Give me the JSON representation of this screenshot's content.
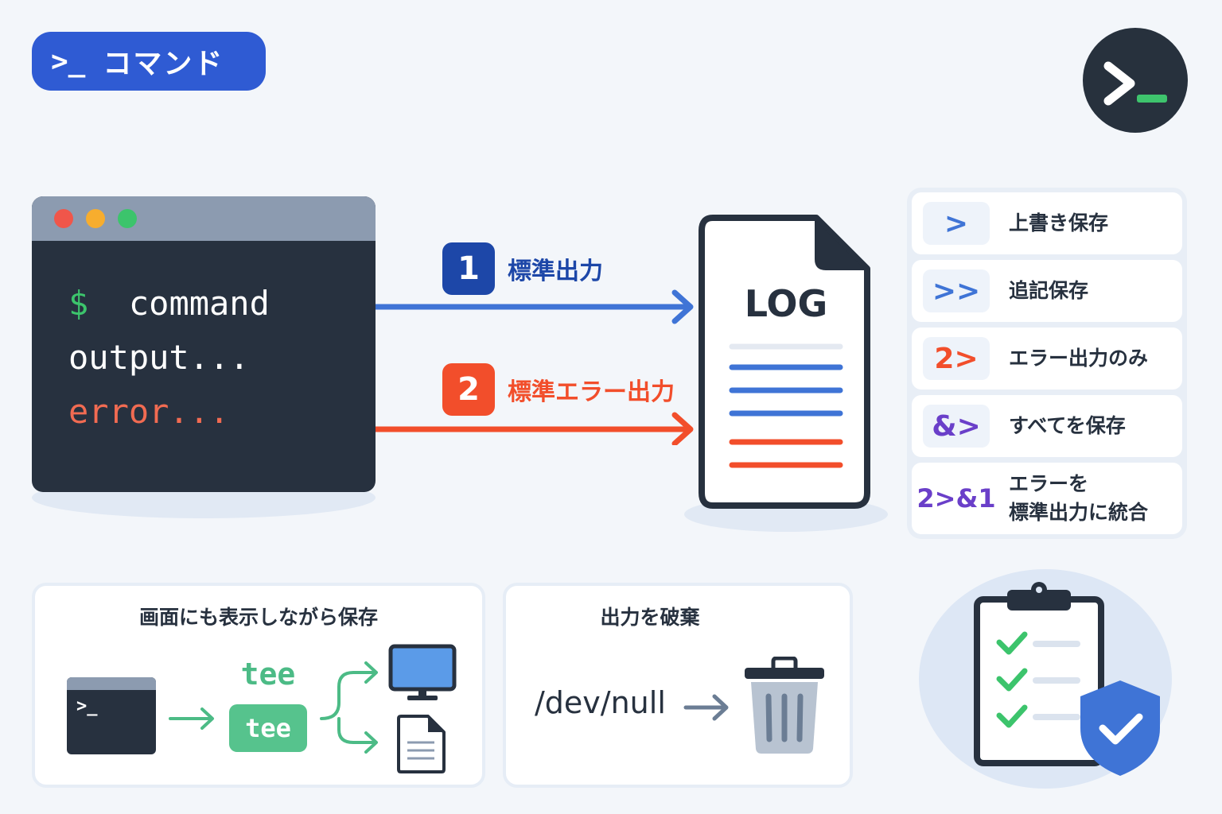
{
  "header": {
    "prompt": ">_",
    "title": "コマンド"
  },
  "terminal": {
    "prompt_symbol": "$",
    "command": "command",
    "output": "output...",
    "error": "error..."
  },
  "streams": {
    "stdout": {
      "number": "1",
      "label": "標準出力",
      "color": "#3f74d6"
    },
    "stderr": {
      "number": "2",
      "label": "標準エラー出力",
      "color": "#f24e2b"
    }
  },
  "log_file": {
    "title": "LOG"
  },
  "operators": [
    {
      "symbol": ">",
      "description": "上書き保存",
      "color": "#3f74d6"
    },
    {
      "symbol": ">>",
      "description": "追記保存",
      "color": "#3f74d6"
    },
    {
      "symbol": "2>",
      "description": "エラー出力のみ",
      "color": "#f24e2b"
    },
    {
      "symbol": "&>",
      "description": "すべてを保存",
      "color": "#6a3fc9"
    },
    {
      "symbol": "2>&1",
      "description_line1": "エラーを",
      "description_line2": "標準出力に統合",
      "color": "#6a3fc9"
    }
  ],
  "tee_card": {
    "title": "画面にも表示しながら保存",
    "terminal_prompt": ">_",
    "label_top": "tee",
    "label_box": "tee"
  },
  "devnull_card": {
    "title": "出力を破棄",
    "path": "/dev/null"
  },
  "icons": [
    "terminal-icon",
    "monitor-icon",
    "document-icon",
    "trash-icon",
    "clipboard-checklist-icon",
    "shield-check-icon"
  ]
}
